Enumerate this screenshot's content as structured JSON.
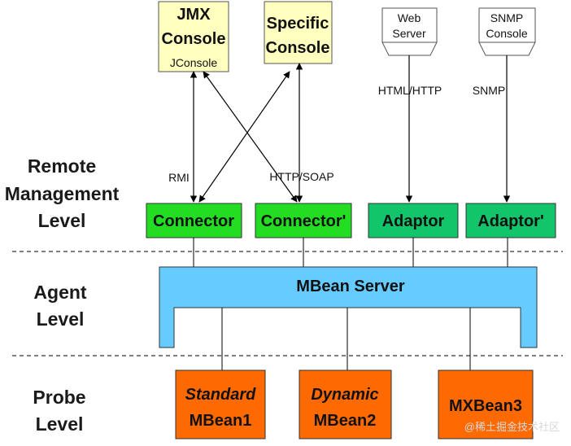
{
  "levels": {
    "remote": [
      "Remote",
      "Management",
      "Level"
    ],
    "agent": [
      "Agent",
      "Level"
    ],
    "probe": [
      "Probe",
      "Level"
    ]
  },
  "consoles": {
    "jmx": {
      "line1": "JMX",
      "line2": "Console",
      "sub": "JConsole"
    },
    "specific": {
      "line1": "Specific",
      "line2": "Console"
    },
    "web": {
      "line1": "Web",
      "line2": "Server"
    },
    "snmp": {
      "line1": "SNMP",
      "line2": "Console"
    }
  },
  "protocols": {
    "rmi": "RMI",
    "http_soap": "HTTP/SOAP",
    "html_http": "HTML/HTTP",
    "snmp": "SNMP"
  },
  "connectors": {
    "connector": "Connector",
    "connector_prime": "Connector'",
    "adaptor": "Adaptor",
    "adaptor_prime": "Adaptor'"
  },
  "mbean_server": "MBean Server",
  "mbeans": {
    "standard": {
      "line1": "Standard",
      "line2": "MBean1"
    },
    "dynamic": {
      "line1": "Dynamic",
      "line2": "MBean2"
    },
    "mx": {
      "line1": "MXBean3"
    }
  },
  "watermark": "@稀土掘金技术社区",
  "colors": {
    "console_yellow": "#FFFFC0",
    "connector_green": "#22DD22",
    "adaptor_green": "#12C46A",
    "server_blue": "#66CCFF",
    "mbean_orange": "#FF6A00"
  }
}
